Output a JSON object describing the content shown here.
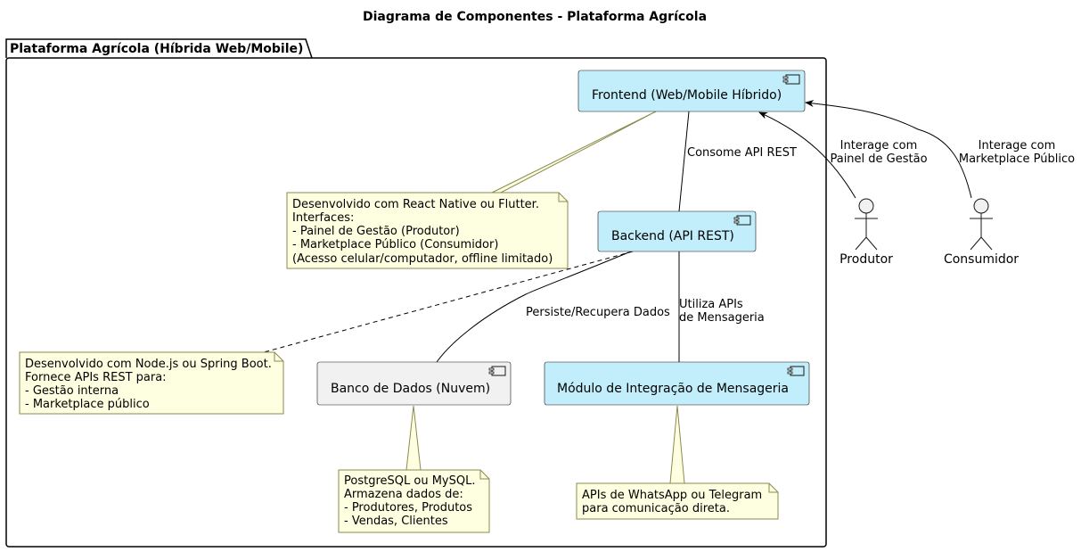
{
  "title": "Diagrama de Componentes - Plataforma Agrícola",
  "package": {
    "label": "Plataforma Agrícola (Híbrida Web/Mobile)"
  },
  "components": {
    "frontend": {
      "label": "Frontend (Web/Mobile Híbrido)",
      "color": "#c2eefc"
    },
    "backend": {
      "label": "Backend (API REST)",
      "color": "#c2eefc"
    },
    "database": {
      "label": "Banco de Dados (Nuvem)",
      "color": "#f1f1f1"
    },
    "messaging": {
      "label": "Módulo de Integração de Mensageria",
      "color": "#c2eefc"
    }
  },
  "notes": {
    "frontend": {
      "lines": [
        "Desenvolvido com React Native ou Flutter.",
        "Interfaces:",
        "- Painel de Gestão (Produtor)",
        "- Marketplace Público (Consumidor)",
        "(Acesso celular/computador, offline limitado)"
      ]
    },
    "backend": {
      "lines": [
        "Desenvolvido com Node.js ou Spring Boot.",
        "Fornece APIs REST para:",
        "- Gestão interna",
        "- Marketplace público"
      ]
    },
    "database": {
      "lines": [
        "PostgreSQL ou MySQL.",
        "Armazena dados de:",
        "- Produtores, Produtos",
        "- Vendas, Clientes"
      ]
    },
    "messaging": {
      "lines": [
        "APIs de WhatsApp ou Telegram",
        "para comunicação direta."
      ]
    }
  },
  "edges": {
    "frontend_backend": "Consome API REST",
    "backend_database": "Persiste/Recupera Dados",
    "backend_messaging": [
      "Utiliza APIs",
      "de Mensageria"
    ],
    "produtor_frontend": [
      "Interage com",
      "Painel de Gestão"
    ],
    "consumidor_frontend": [
      "Interage com",
      "Marketplace Público"
    ]
  },
  "actors": {
    "produtor": "Produtor",
    "consumidor": "Consumidor"
  },
  "colors": {
    "note_fill": "#fefee0",
    "note_border": "#8a8a50",
    "actor_fill": "#f1f1f1"
  }
}
